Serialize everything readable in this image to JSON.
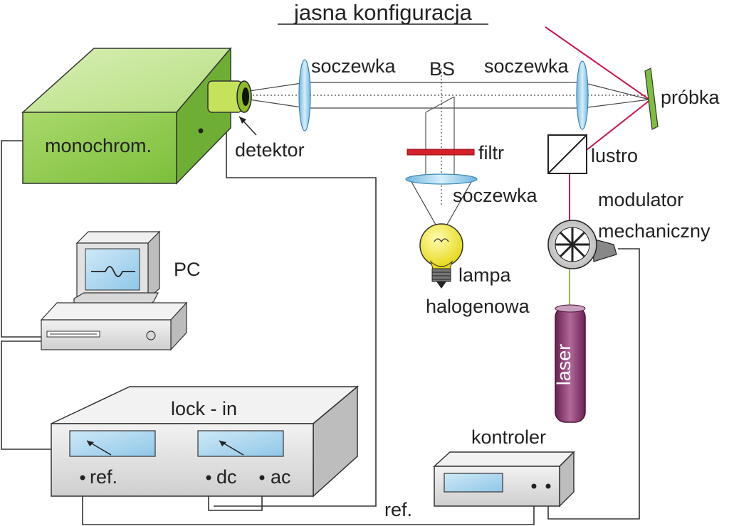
{
  "title": "jasna konfiguracja",
  "labels": {
    "monochromator": "monochrom.",
    "detector": "detektor",
    "lens_1": "soczewka",
    "beam_splitter": "BS",
    "lens_2": "soczewka",
    "sample": "próbka",
    "filter": "filtr",
    "mirror": "lustro",
    "lens_3": "soczewka",
    "modulator_line1": "modulator",
    "modulator_line2": "mechaniczny",
    "lamp_line1": "lampa",
    "lamp_line2": "halogenowa",
    "pc": "PC",
    "laser": "laser",
    "lockin": "lock - in",
    "lockin_ref": "ref.",
    "lockin_dc": "dc",
    "lockin_ac": "ac",
    "controller": "kontroler",
    "ref_bottom": "ref."
  },
  "colors": {
    "monochromator": "#8fcb4a",
    "detector": "#c5e35a",
    "laser_beam": "#c8194a",
    "laser_body": "#8a2e6a",
    "filter": "#d4212a",
    "lens": "#9fd0ee",
    "lamp_bulb": "#f2ea2a"
  }
}
